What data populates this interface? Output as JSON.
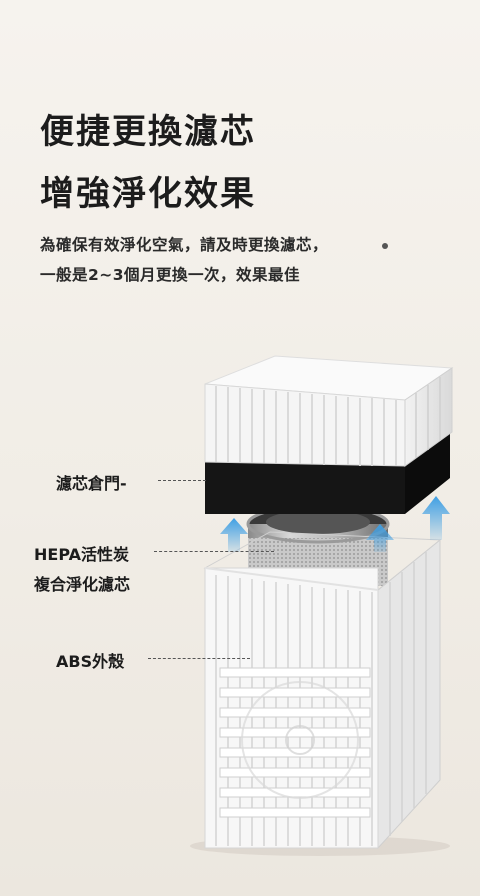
{
  "headline": {
    "line1": "便捷更換濾芯",
    "line2": "增強淨化效果"
  },
  "body": {
    "line1": "為確保有效淨化空氣，請及時更換濾芯，",
    "line2": "一般是2~3個月更換一次，效果最佳"
  },
  "callouts": {
    "filter_door": "濾芯倉門-",
    "hepa_line1": "HEPA活性炭",
    "hepa_line2": "複合淨化濾芯",
    "shell": "ABS外殼"
  },
  "colors": {
    "background": "#f3efe9",
    "housing": "#f7f7f7",
    "lid_black": "#151515",
    "arrow_blue": "#3f9fe3"
  }
}
